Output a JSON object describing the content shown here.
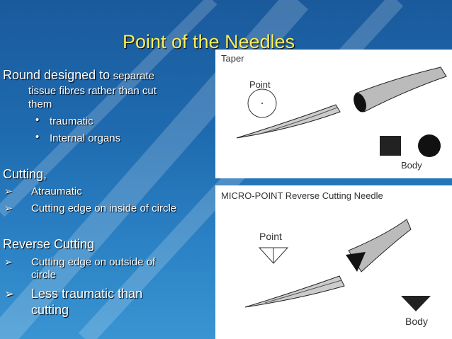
{
  "title": "Point of the Needles",
  "left": {
    "round_main": "Round designed to",
    "round_small": "separate",
    "round_line2": "tissue fibres rather than cut",
    "round_line3": "them",
    "round_bullets": [
      "traumatic",
      "Internal organs"
    ],
    "cutting_heading": "Cutting,",
    "cutting_items": [
      "Atraumatic",
      "Cutting edge on inside of circle"
    ],
    "reverse_heading": "Reverse Cutting",
    "reverse_item1_line1": "Cutting edge on outside of",
    "reverse_item1_line2": "circle",
    "reverse_item2_line1": "Less traumatic than",
    "reverse_item2_line2": "cutting"
  },
  "panel_taper": {
    "label": "Taper",
    "point_label": "Point",
    "body_label": "Body"
  },
  "panel_micro": {
    "label": "MICRO-POINT Reverse Cutting Needle",
    "point_label": "Point",
    "body_label": "Body"
  },
  "colors": {
    "title": "#ffee55",
    "background": "#1f6bb0",
    "text": "#ffffff"
  }
}
